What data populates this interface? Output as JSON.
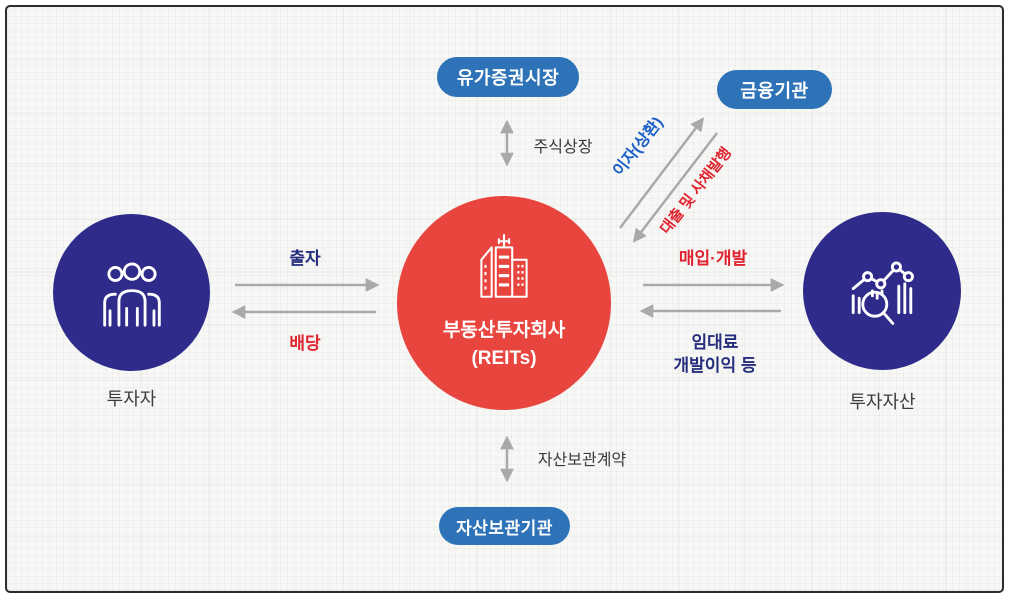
{
  "nodes": {
    "securities_market": "유가증권시장",
    "financial_institution": "금융기관",
    "custodian": "자산보관기관",
    "reits_line1": "부동산투자회사",
    "reits_line2": "(REITs)",
    "investor": "투자자",
    "assets": "투자자산"
  },
  "flows": {
    "stock_listing": "주식상장",
    "interest_repayment": "이자(상환)",
    "loan_bond_issue": "대출 및 사채발행",
    "contribution": "출자",
    "dividend": "배당",
    "purchase_development": "매입·개발",
    "rental_income_line1": "임대료",
    "rental_income_line2": "개발이익 등",
    "custody_contract": "자산보관계약"
  },
  "colors": {
    "pill_blue": "#2e73b8",
    "circle_indigo": "#2e2b8a",
    "circle_red": "#e8453f",
    "label_navy": "#252e7d",
    "label_red": "#e0232e",
    "label_blue": "#1b5fc9",
    "label_dark": "#3a3a3a",
    "arrow_gray": "#a9a9a9",
    "frame_border": "#2b2b30"
  }
}
